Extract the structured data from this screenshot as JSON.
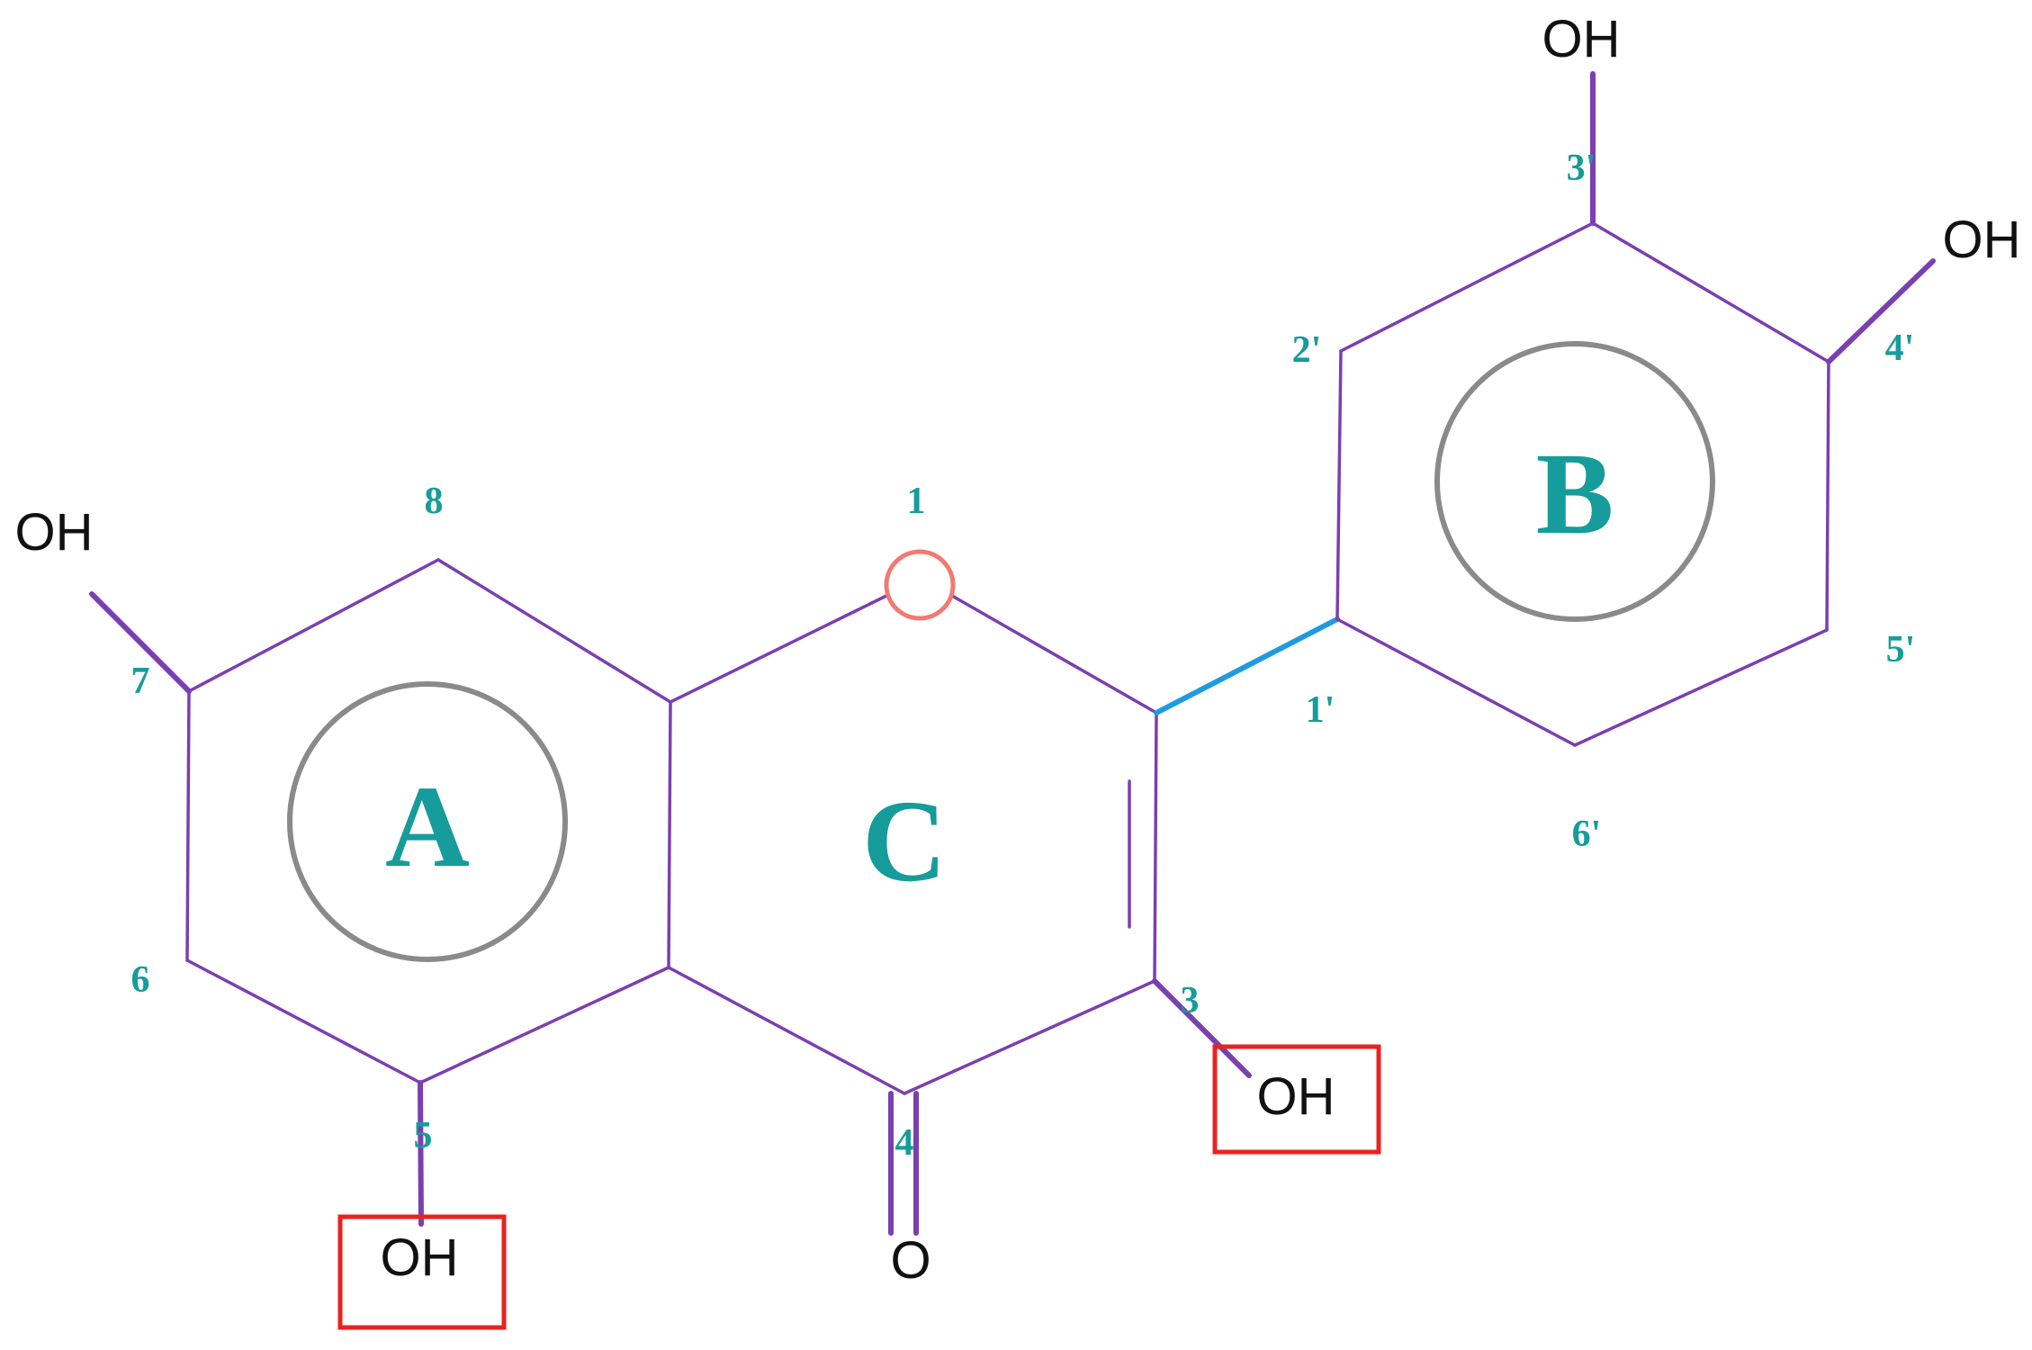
{
  "rings": {
    "a": "A",
    "b": "B",
    "c": "C"
  },
  "substituents": {
    "oh_3prime": "OH",
    "oh_4prime": "OH",
    "oh_7": "OH",
    "oh_3": "OH",
    "oh_5": "OH",
    "o_4": "O"
  },
  "positions": {
    "p1": "1",
    "p3": "3",
    "p4": "4",
    "p5": "5",
    "p6": "6",
    "p7": "7",
    "p8": "8",
    "p1prime": "1'",
    "p2prime": "2'",
    "p3prime": "3'",
    "p4prime": "4'",
    "p5prime": "5'",
    "p6prime": "6'"
  },
  "colors": {
    "bond": "#7b3fb0",
    "linker_bond": "#1f9be0",
    "ring_circle": "#8a8a8a",
    "oxygen_marker": "#f07a72",
    "highlight": "#e8231f",
    "label": "#169c9a",
    "atom_text": "#111111"
  }
}
